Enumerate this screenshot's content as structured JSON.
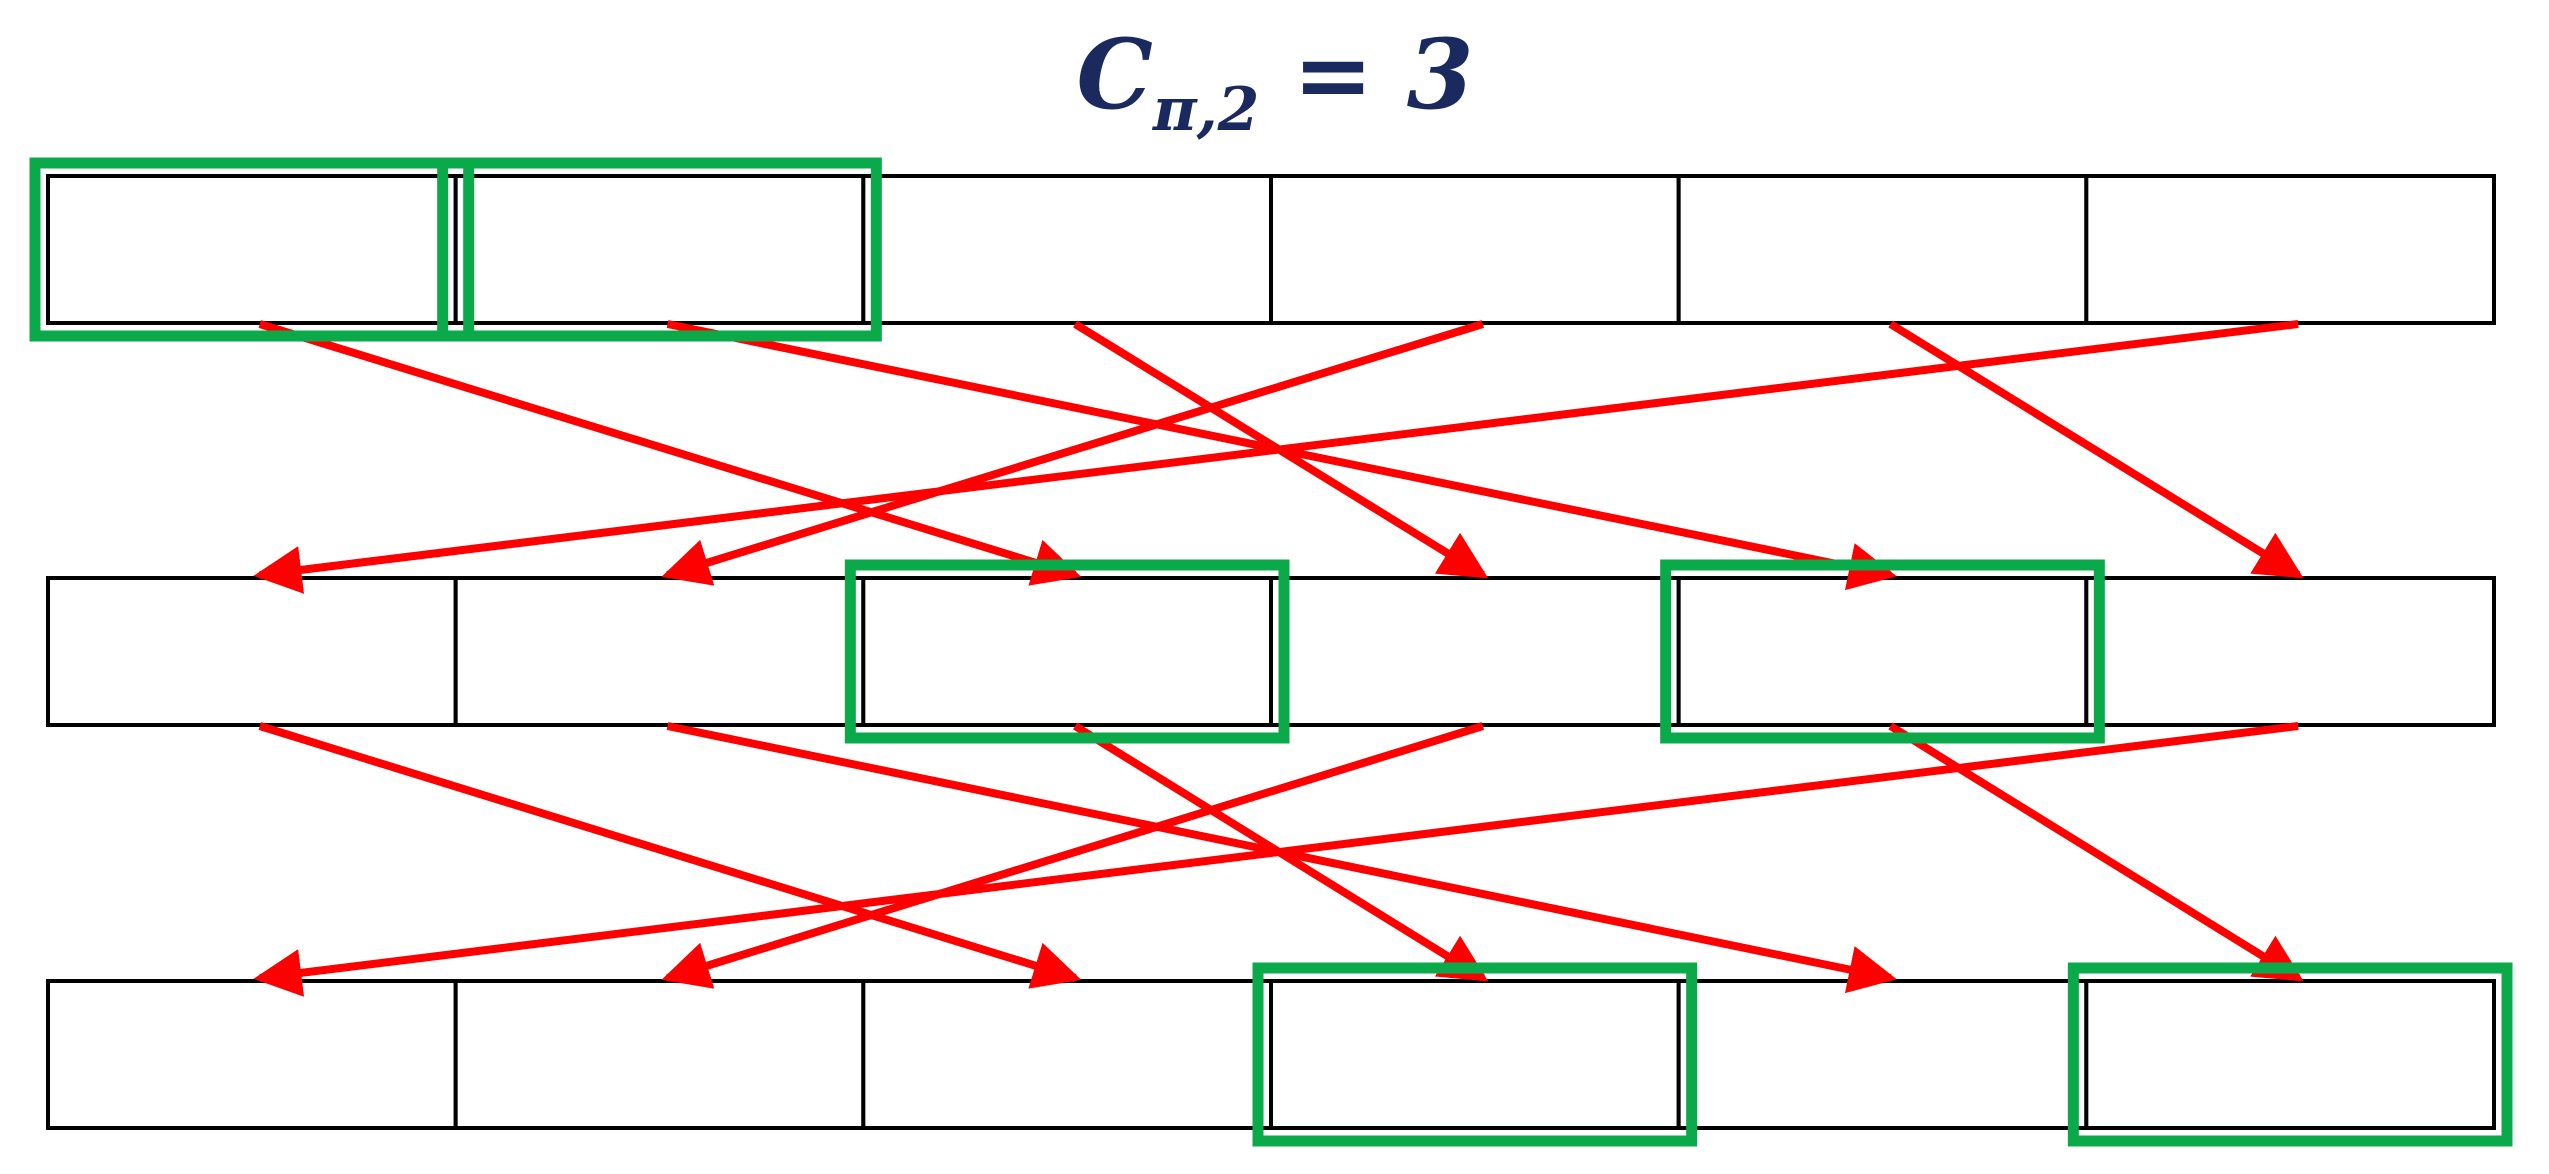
{
  "title": {
    "symbol": "C",
    "subscript": "π,2",
    "equals": " = 3"
  },
  "grid": {
    "rows": 3,
    "columns": 6
  },
  "highlight_color": "#0aaa4a",
  "arrow_color": "#ff0000",
  "title_color": "#1b2a5e",
  "highlighted_cells": [
    {
      "row": 0,
      "col": 0
    },
    {
      "row": 0,
      "col": 1
    },
    {
      "row": 1,
      "col": 2
    },
    {
      "row": 1,
      "col": 4
    },
    {
      "row": 2,
      "col": 3
    },
    {
      "row": 2,
      "col": 5
    }
  ],
  "mapping_arrows": [
    {
      "from_row": 0,
      "from_col": 0,
      "to_col": 2
    },
    {
      "from_row": 0,
      "from_col": 1,
      "to_col": 4
    },
    {
      "from_row": 0,
      "from_col": 2,
      "to_col": 3
    },
    {
      "from_row": 0,
      "from_col": 3,
      "to_col": 1
    },
    {
      "from_row": 0,
      "from_col": 4,
      "to_col": 5
    },
    {
      "from_row": 0,
      "from_col": 5,
      "to_col": 0
    },
    {
      "from_row": 1,
      "from_col": 0,
      "to_col": 2
    },
    {
      "from_row": 1,
      "from_col": 1,
      "to_col": 4
    },
    {
      "from_row": 1,
      "from_col": 2,
      "to_col": 3
    },
    {
      "from_row": 1,
      "from_col": 3,
      "to_col": 1
    },
    {
      "from_row": 1,
      "from_col": 4,
      "to_col": 5
    },
    {
      "from_row": 1,
      "from_col": 5,
      "to_col": 0
    }
  ]
}
